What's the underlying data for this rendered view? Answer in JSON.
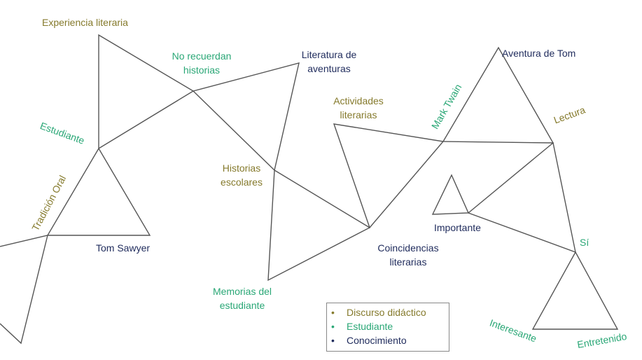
{
  "nodes": {
    "experiencia": "Experiencia literaria",
    "no_recuerdan": "No recuerdan historias",
    "literatura_aventuras": "Literatura de aventuras",
    "estudiante": "Estudiante",
    "tradicion_oral": "Tradición Oral",
    "tom_sawyer": "Tom Sawyer",
    "historias_escolares": "Historias escolares",
    "memorias": "Memorias del estudiante",
    "actividades": "Actividades literarias",
    "coincidencias": "Coincidencias literarias",
    "mark_twain": "Mark Twain",
    "aventura_tom": "Aventura de Tom",
    "lectura": "Lectura",
    "importante": "Importante",
    "si": "Sí",
    "interesante": "Interesante",
    "entretenido": "Entretenido"
  },
  "legend": [
    {
      "label": "Discurso didáctico",
      "color": "#857a2c"
    },
    {
      "label": "Estudiante",
      "color": "#2aa776"
    },
    {
      "label": "Conocimiento",
      "color": "#1f2b5c"
    }
  ]
}
